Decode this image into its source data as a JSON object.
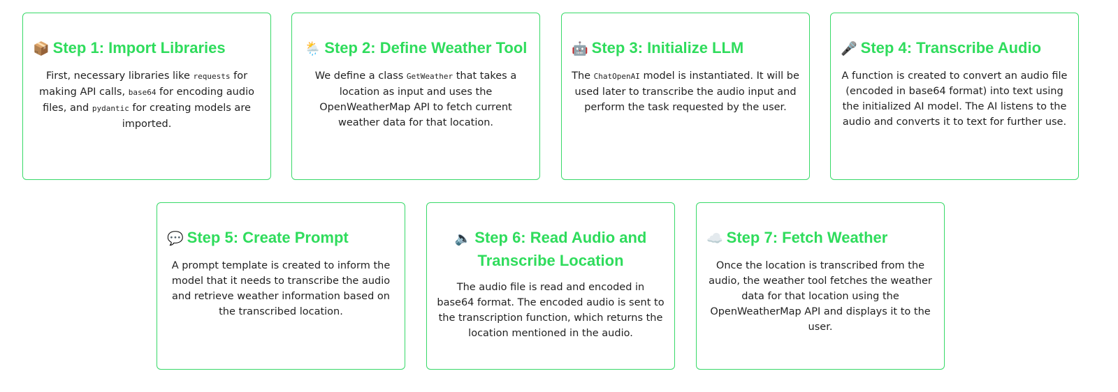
{
  "steps": [
    {
      "icon": "📦",
      "icon_name": "package-icon",
      "title": "Step 1: Import Libraries",
      "body": [
        {
          "text": "First, necessary libraries like "
        },
        {
          "code": "requests"
        },
        {
          "text": " for making API calls, "
        },
        {
          "code": "base64"
        },
        {
          "text": " for encoding audio files, and "
        },
        {
          "code": "pydantic"
        },
        {
          "text": " for creating models are imported."
        }
      ]
    },
    {
      "icon": "🌦️",
      "icon_name": "weather-icon",
      "title": "Step 2: Define Weather Tool",
      "body": [
        {
          "text": "We define a class "
        },
        {
          "code": "GetWeather"
        },
        {
          "text": " that takes a location as input and uses the OpenWeatherMap API to fetch current weather data for that location."
        }
      ]
    },
    {
      "icon": "🤖",
      "icon_name": "robot-icon",
      "title": "Step 3: Initialize LLM",
      "body": [
        {
          "text": "The "
        },
        {
          "code": "ChatOpenAI"
        },
        {
          "text": " model is instantiated. It will be used later to transcribe the audio input and perform the task requested by the user."
        }
      ]
    },
    {
      "icon": "🎤",
      "icon_name": "microphone-icon",
      "title": "Step 4: Transcribe Audio",
      "body": [
        {
          "text": "A function is created to convert an audio file (encoded in base64 format) into text using the initialized AI model. The AI listens to the audio and converts it to text for further use."
        }
      ]
    },
    {
      "icon": "💬",
      "icon_name": "speech-bubble-icon",
      "title": "Step 5: Create Prompt",
      "body": [
        {
          "text": "A prompt template is created to inform the model that it needs to transcribe the audio and retrieve weather information based on the transcribed location."
        }
      ]
    },
    {
      "icon": "🔈",
      "icon_name": "speaker-icon",
      "title": "Step 6: Read Audio and Transcribe Location",
      "body": [
        {
          "text": "The audio file is read and encoded in base64 format. The encoded audio is sent to the transcription function, which returns the location mentioned in the audio."
        }
      ]
    },
    {
      "icon": "☁️",
      "icon_name": "cloud-icon",
      "title": "Step 7: Fetch Weather",
      "body": [
        {
          "text": "Once the location is transcribed from the audio, the weather tool fetches the weather data for that location using the OpenWeatherMap API and displays it to the user."
        }
      ]
    }
  ],
  "colors": {
    "accent": "#2fdc5c",
    "border": "#38d968",
    "text": "#1f1f1f"
  }
}
